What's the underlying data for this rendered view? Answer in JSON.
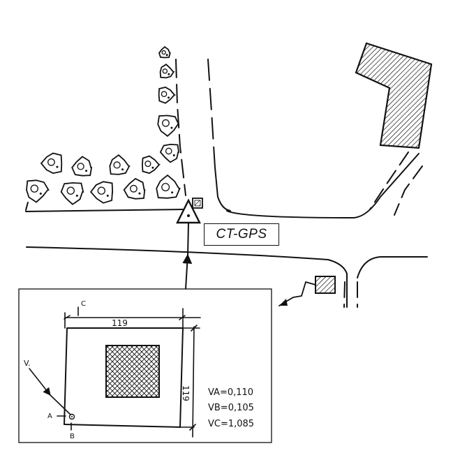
{
  "map": {
    "station_label": "CT-GPS"
  },
  "inset": {
    "dimension_top": "119",
    "dimension_side": "119",
    "point_a": "A",
    "point_b": "B",
    "point_c": "C",
    "point_v": "V.",
    "offsets": [
      {
        "key": "VA",
        "text": "VA=0,110"
      },
      {
        "key": "VB",
        "text": "VB=0,105"
      },
      {
        "key": "VC",
        "text": "VC=1,085"
      }
    ]
  },
  "colors": {
    "ink": "#111111",
    "paper": "#ffffff"
  }
}
